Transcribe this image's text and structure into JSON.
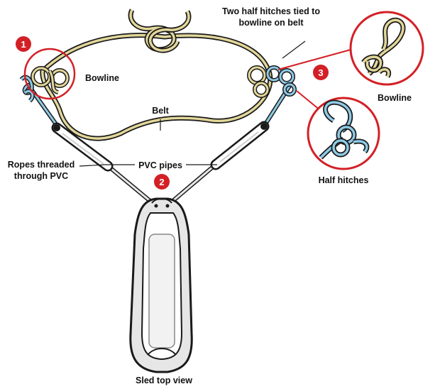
{
  "labels": {
    "bowline": "Bowline",
    "belt": "Belt",
    "two_half_hitches_line1": "Two half hitches tied to",
    "two_half_hitches_line2": "bowline on belt",
    "ropes_line1": "Ropes threaded",
    "ropes_line2": "through PVC",
    "pvc_pipes": "PVC pipes",
    "sled_top_view": "Sled top view",
    "bowline_callout": "Bowline",
    "half_hitches_callout": "Half hitches"
  },
  "steps": [
    "1",
    "2",
    "3"
  ],
  "colors": {
    "accent_red": "#d32026",
    "belt_yellow": "#e2d79a",
    "rope_blue": "#8ecae6",
    "outline": "#1a1a1a",
    "sled_gray": "#e6e6e6"
  }
}
